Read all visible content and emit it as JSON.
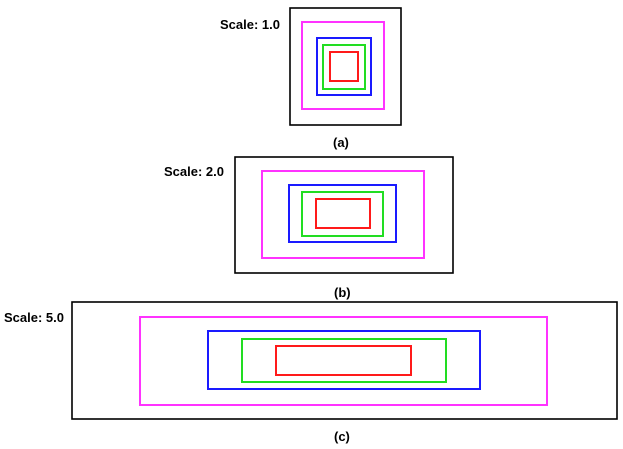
{
  "colors": {
    "outer_frame": "#000000",
    "magenta": "#ff33ff",
    "blue": "#1a1aff",
    "green": "#22dd22",
    "red": "#ff1a1a"
  },
  "panels": [
    {
      "scale_label": "Scale: 1.0",
      "caption": "(a)"
    },
    {
      "scale_label": "Scale: 2.0",
      "caption": "(b)"
    },
    {
      "scale_label": "Scale: 5.0",
      "caption": "(c)"
    }
  ]
}
